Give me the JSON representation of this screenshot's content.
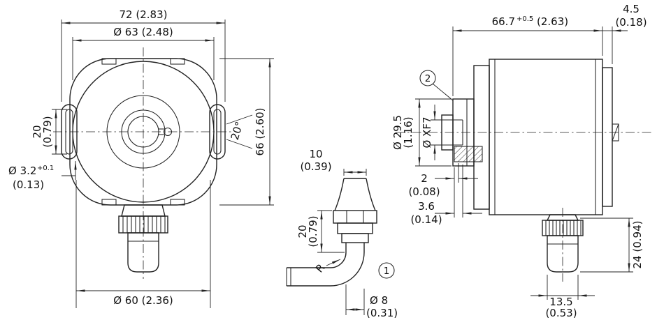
{
  "front_view": {
    "dim_72": "72 (2.83)",
    "dim_63": "Ø 63 (2.48)",
    "dim_20": "20",
    "dim_20_in": "(0.79)",
    "dim_3_2": "Ø 3.2",
    "dim_3_2_tol": "+0.1",
    "dim_3_2_in": "(0.13)",
    "dim_60": "Ø 60 (2.36)",
    "dim_66": "66 (2.60)",
    "dim_angle": "20°"
  },
  "cable_view": {
    "dim_10": "10",
    "dim_10_in": "(0.39)",
    "dim_20": "20",
    "dim_20_in": "(0.79)",
    "radius_label": "R",
    "dim_8": "Ø 8",
    "dim_8_in": "(0.31)",
    "callout_1": "1"
  },
  "side_view": {
    "dim_66_7": "66.7",
    "dim_66_7_tol": "+0.5",
    "dim_66_7_in": "(2.63)",
    "dim_4_5": "4.5",
    "dim_4_5_in": "(0.18)",
    "dim_29_5": "Ø 29.5",
    "dim_29_5_in": "(1.16)",
    "dim_shaft": "Ø XF7",
    "callout_2": "2",
    "dim_2": "2",
    "dim_2_in": "(0.08)",
    "dim_3_6": "3.6",
    "dim_3_6_in": "(0.14)",
    "dim_24": "24 (0.94)",
    "dim_13_5": "13.5",
    "dim_13_5_in": "(0.53)"
  }
}
